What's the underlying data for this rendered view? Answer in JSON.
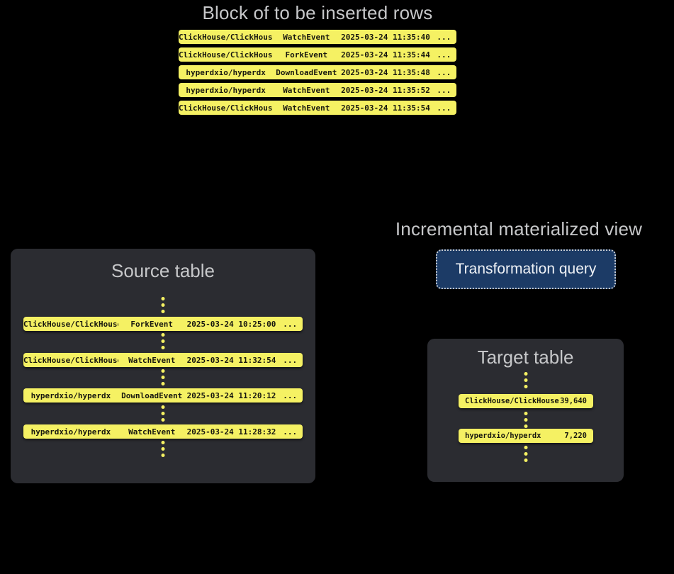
{
  "colors": {
    "row_yellow": "#f5f163",
    "panel_background": "#2b2c31",
    "title_gray": "#c6c7c9",
    "button_navy": "#1c3b66",
    "page_background": "#000000"
  },
  "top_block": {
    "title": "Block of to be inserted rows",
    "rows": [
      {
        "repo": "ClickHouse/ClickHouse",
        "event": "WatchEvent",
        "time": "2025-03-24 11:35:40",
        "more": "..."
      },
      {
        "repo": "ClickHouse/ClickHouse",
        "event": "ForkEvent",
        "time": "2025-03-24 11:35:44",
        "more": "..."
      },
      {
        "repo": "hyperdxio/hyperdx",
        "event": "DownloadEvent",
        "time": "2025-03-24 11:35:48",
        "more": "..."
      },
      {
        "repo": "hyperdxio/hyperdx",
        "event": "WatchEvent",
        "time": "2025-03-24 11:35:52",
        "more": "..."
      },
      {
        "repo": "ClickHouse/ClickHouse",
        "event": "WatchEvent",
        "time": "2025-03-24 11:35:54",
        "more": "..."
      }
    ]
  },
  "source_table": {
    "title": "Source table",
    "rows": [
      {
        "repo": "ClickHouse/ClickHouse",
        "event": "ForkEvent",
        "time": "2025-03-24 10:25:00",
        "more": "..."
      },
      {
        "repo": "ClickHouse/ClickHouse",
        "event": "WatchEvent",
        "time": "2025-03-24 11:32:54",
        "more": "..."
      },
      {
        "repo": "hyperdxio/hyperdx",
        "event": "DownloadEvent",
        "time": "2025-03-24 11:20:12",
        "more": "..."
      },
      {
        "repo": "hyperdxio/hyperdx",
        "event": "WatchEvent",
        "time": "2025-03-24 11:28:32",
        "more": "..."
      }
    ]
  },
  "materialized_view": {
    "title": "Incremental materialized view",
    "button_label": "Transformation query"
  },
  "target_table": {
    "title": "Target table",
    "rows": [
      {
        "repo": "ClickHouse/ClickHouse",
        "count": "39,640"
      },
      {
        "repo": "hyperdxio/hyperdx",
        "count": "7,220"
      }
    ]
  }
}
